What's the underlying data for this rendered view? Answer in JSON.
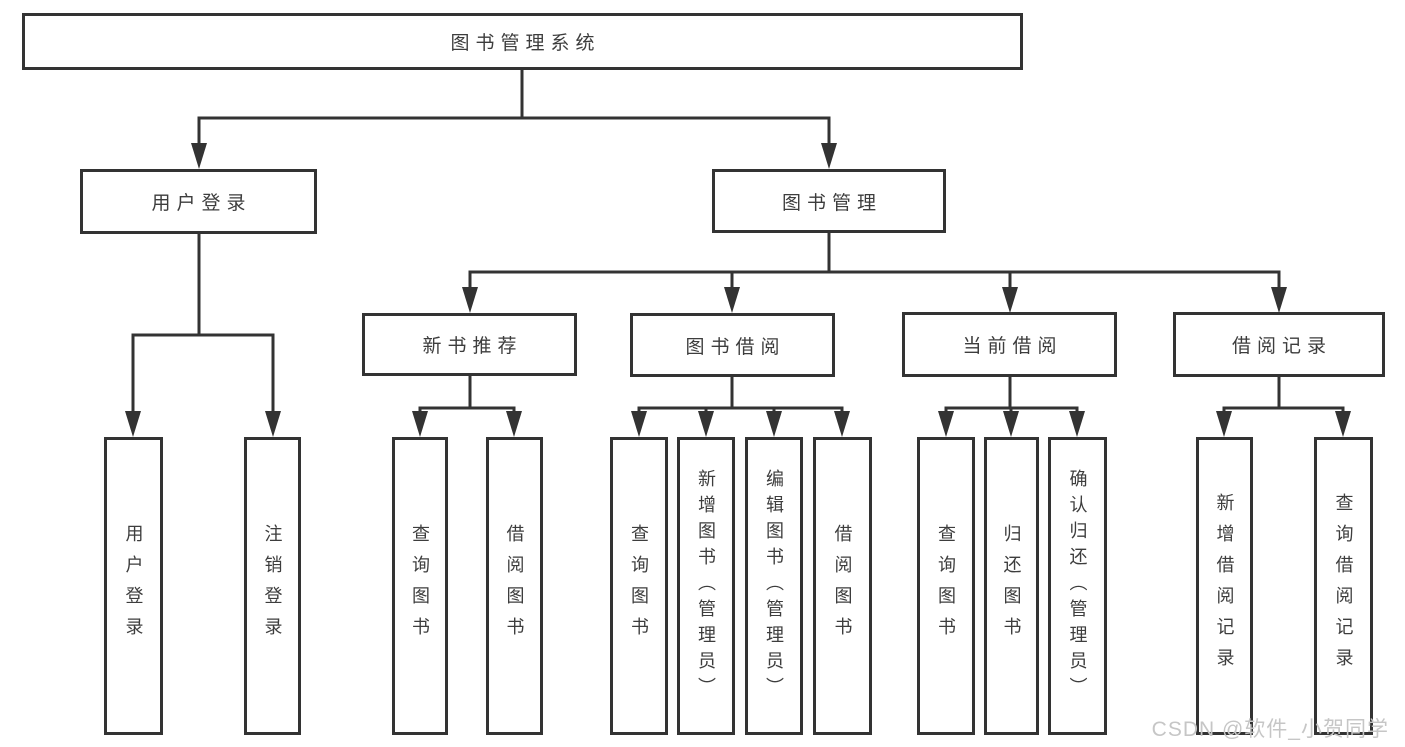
{
  "diagram": {
    "root": {
      "label": "图书管理系统"
    },
    "level2": [
      {
        "label": "用户登录"
      },
      {
        "label": "图书管理"
      }
    ],
    "level3": [
      {
        "label": "新书推荐"
      },
      {
        "label": "图书借阅"
      },
      {
        "label": "当前借阅"
      },
      {
        "label": "借阅记录"
      }
    ],
    "leaves": [
      {
        "label": "用户登录"
      },
      {
        "label": "注销登录"
      },
      {
        "label": "查询图书"
      },
      {
        "label": "借阅图书"
      },
      {
        "label": "查询图书"
      },
      {
        "label": "新增图书（管理员）"
      },
      {
        "label": "编辑图书（管理员）"
      },
      {
        "label": "借阅图书"
      },
      {
        "label": "查询图书"
      },
      {
        "label": "归还图书"
      },
      {
        "label": "确认归还（管理员）"
      },
      {
        "label": "新增借阅记录"
      },
      {
        "label": "查询借阅记录"
      }
    ]
  },
  "watermark": {
    "text": "CSDN @软件_小贺同学"
  },
  "colors": {
    "line": "#333333",
    "text": "#3d3d3d",
    "watermark": "#c6c6c6",
    "bg": "#ffffff"
  }
}
